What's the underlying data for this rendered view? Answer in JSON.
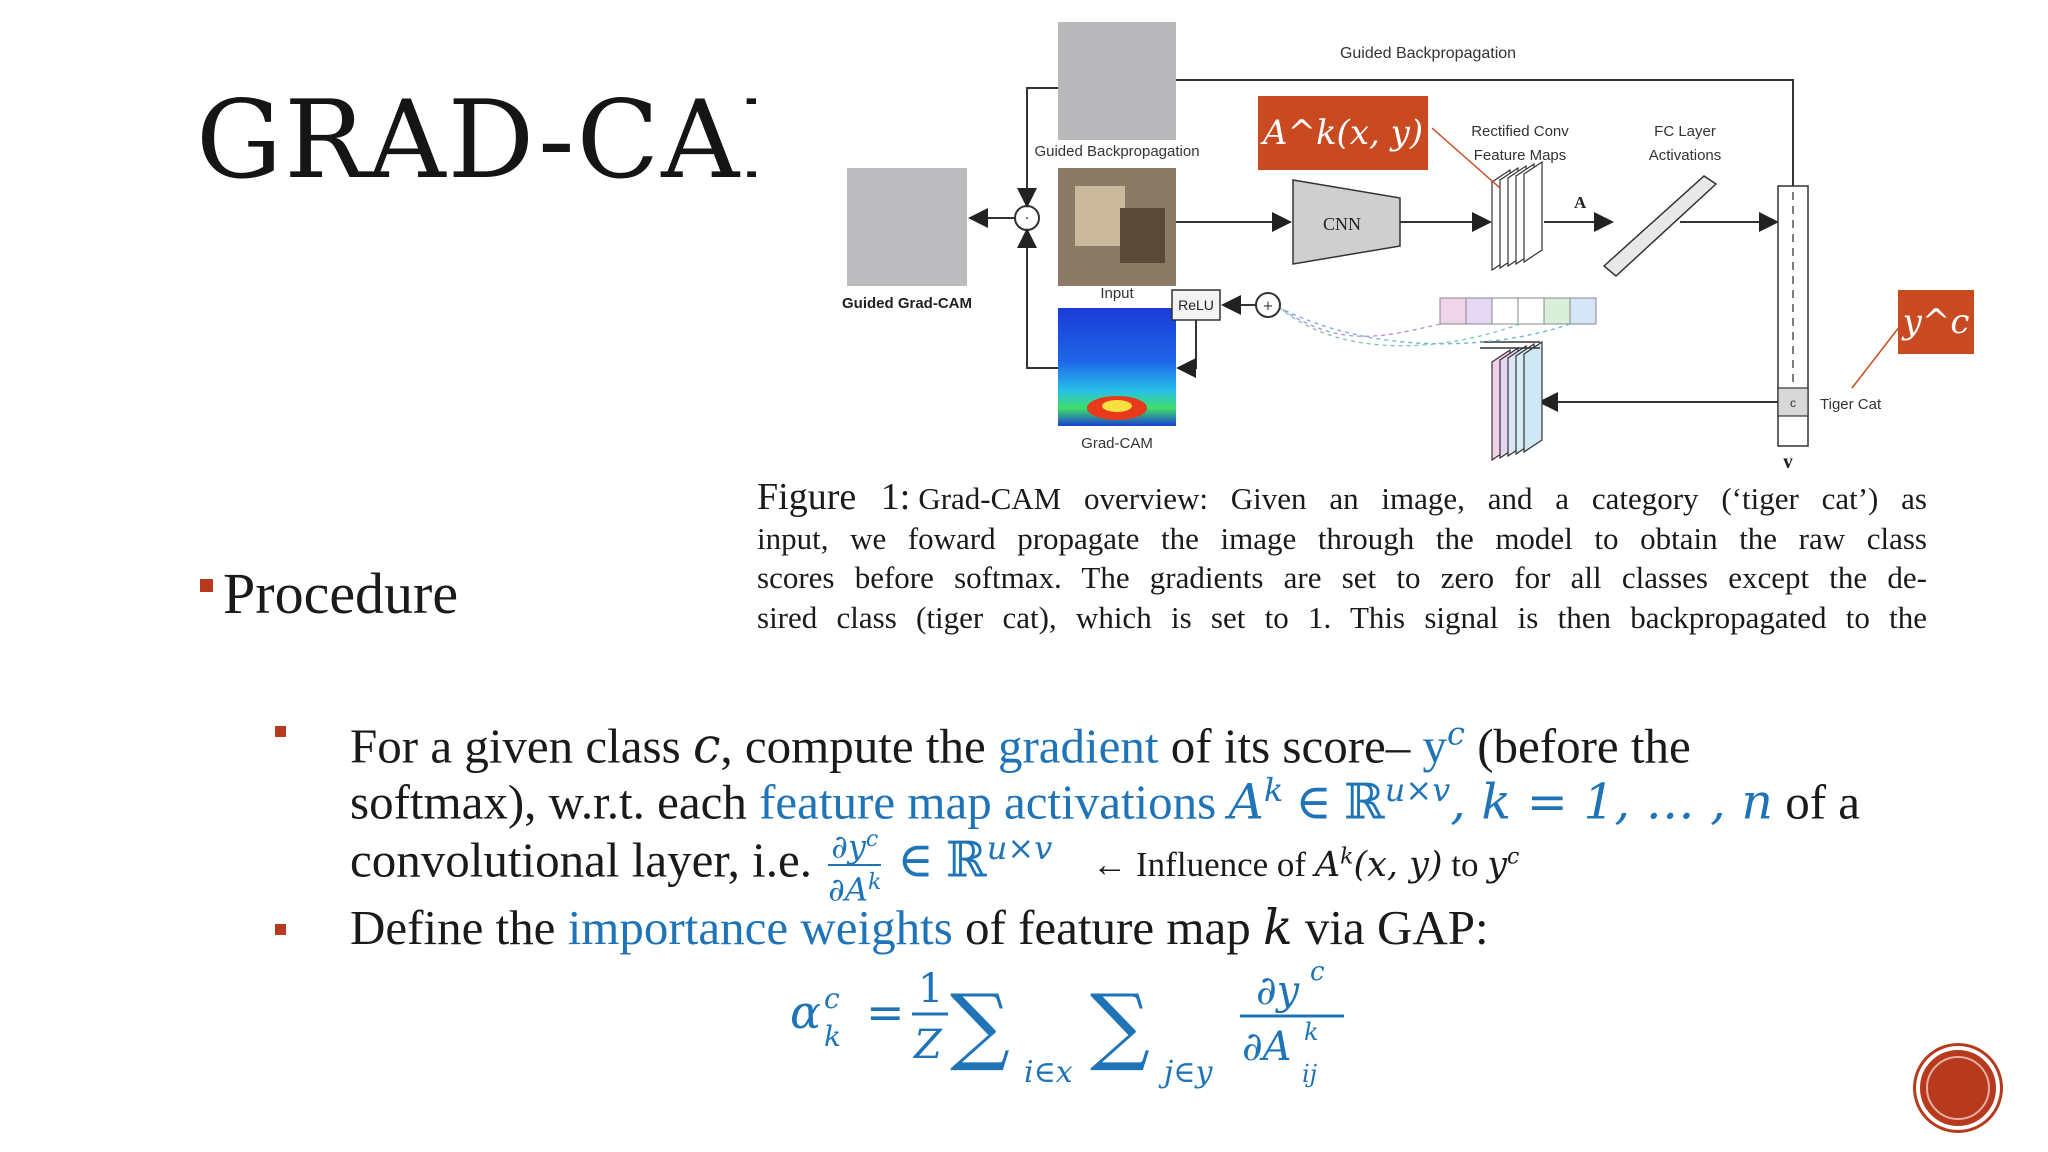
{
  "slide": {
    "title": "GRAD-CAM",
    "bullet_heading": "Procedure"
  },
  "figure": {
    "labels": {
      "guided_backprop_top": "Guided Backpropagation",
      "guided_backprop_img": "Guided Backpropagation",
      "guided_gradcam": "Guided Grad-CAM",
      "input": "Input",
      "gradcam": "Grad-CAM",
      "cnn": "CNN",
      "relu": "ReLU",
      "rect_conv_1": "Rectified Conv",
      "rect_conv_2": "Feature Maps",
      "fc_1": "FC Layer",
      "fc_2": "Activations",
      "a": "A",
      "y": "y",
      "c": "c",
      "tiger_cat": "Tiger Cat",
      "dot": "·",
      "plus": "+"
    },
    "callouts": {
      "akxy": "A^k(x, y)",
      "yc": "y^c"
    },
    "colors": {
      "callout": "#c94a20",
      "accent": "#1f74b8",
      "bullet": "#b73a1f"
    }
  },
  "caption": {
    "label": "Figure 1:",
    "line1": "Grad-CAM overview: Given an image, and a category (‘tiger cat’) as",
    "line2": "input, we foward propagate the image through the model to obtain the raw class",
    "line3": "scores before softmax.  The gradients are set to zero for all classes except the de-",
    "line4": "sired class (tiger cat), which is set to 1.  This signal is then backpropagated to the"
  },
  "bullets": {
    "b1_l1_a": "For a given class ",
    "b1_l1_c": "c",
    "b1_l1_b": ", compute the ",
    "b1_l1_grad": "gradient",
    "b1_l1_c2": " of its score– ",
    "b1_l1_yc": "y",
    "b1_l1_sup": "c",
    "b1_l1_end": " (before the",
    "b1_l2_a": "softmax), w.r.t. each ",
    "b1_l2_fm": "feature map activations ",
    "b1_l2_math": "A",
    "b1_l2_sup": "k",
    "b1_l2_in": " ∈ ℝ",
    "b1_l2_dim": "u×v",
    "b1_l2_k": ", k = 1, … , n",
    "b1_l2_end": " of a",
    "b1_l3_a": "convolutional layer, i.e. ",
    "b1_l3_in": " ∈ ℝ",
    "b1_l3_dim": "u×v",
    "b1_l3_ann": "← Influence of ",
    "b1_l3_ann_math": "A",
    "b1_l3_ann_sup": "k",
    "b1_l3_ann_xy": "(x, y)",
    "b1_l3_ann_to": " to ",
    "b1_l3_ann_y": "y",
    "b1_l3_ann_ysup": "c",
    "b2_a": "Define the ",
    "b2_iw": "importance weights",
    "b2_b": " of feature map ",
    "b2_k": "k",
    "b2_c": " via GAP:"
  },
  "formula": {
    "alpha": "α",
    "alpha_sup": "c",
    "alpha_sub": "k",
    "eq": "=",
    "one": "1",
    "z": "Z",
    "sigma": "∑",
    "sub_i": "i∈x",
    "sub_j": "j∈y",
    "num": "∂y",
    "num_sup": "c",
    "den": "∂A",
    "den_sup": "k",
    "den_sub": "ij",
    "frac_num_small": "∂y",
    "frac_num_small_sup": "c",
    "frac_den_small": "∂A",
    "frac_den_small_sup": "k"
  }
}
